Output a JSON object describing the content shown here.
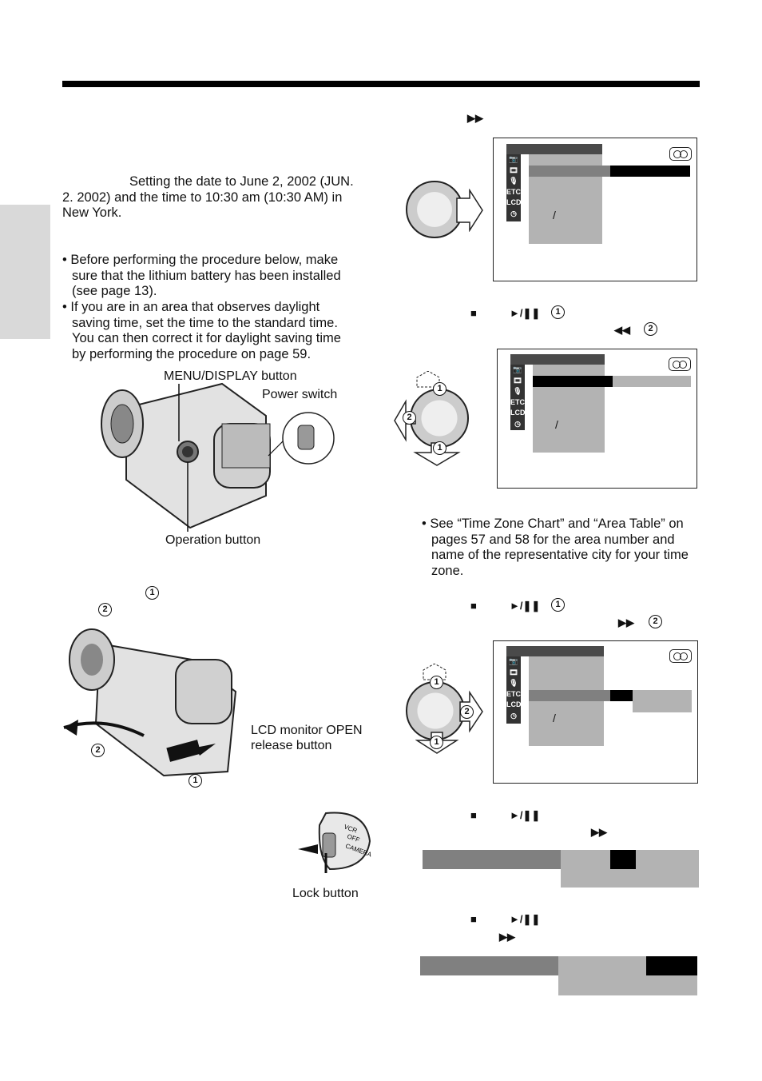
{
  "intro": {
    "example": "Setting the date to June 2, 2002 (JUN. 2. 2002) and the time to 10:30 am (10:30 AM) in New York.",
    "bullets": [
      "Before performing the procedure below, make sure that the lithium battery has been installed (see page 13).",
      "If you are in an area that observes daylight saving time, set the time to the standard time. You can then correct it for daylight saving time by performing the procedure on page 59."
    ]
  },
  "camera_labels": {
    "menu_display": "MENU/DISPLAY button",
    "power_switch": "Power switch",
    "operation_button": "Operation button",
    "lcd_release": "LCD monitor OPEN release button",
    "lock_button": "Lock button",
    "switch_positions": [
      "VCR",
      "OFF",
      "CAMERA"
    ]
  },
  "steps": {
    "num1": "1",
    "num2": "2",
    "ff": "▶▶",
    "rew": "◀◀",
    "stop": "■",
    "play_pause": "►/❚❚",
    "slash": "/"
  },
  "menu_icons": [
    "📷",
    "🎞",
    "🎙",
    "ETC",
    "LCD",
    "◷"
  ],
  "timezone_note": "See “Time Zone Chart” and “Area Table” on pages 57 and 58 for the area number and name of the representative city for your time zone.",
  "colors": {
    "dark_bar": "#4a4a4a",
    "gray": "#b3b3b3",
    "mid": "#808080",
    "black": "#000000"
  }
}
